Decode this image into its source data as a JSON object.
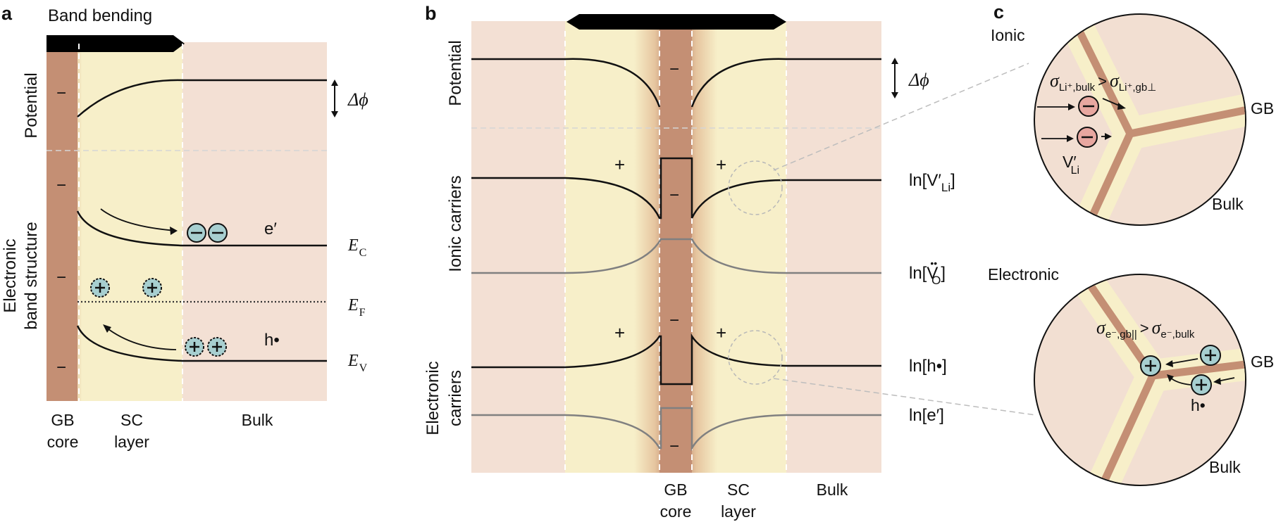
{
  "panel_a": {
    "letter": "a",
    "title": "Band bending",
    "potential_label": "Potential",
    "electronic_label_1": "Electronic",
    "electronic_label_2": "band structure",
    "delta_phi": "Δϕ",
    "electron_label": "e′",
    "hole_label": "h•",
    "ec_label": "E",
    "ec_sub": "C",
    "ef_label": "E",
    "ef_sub": "F",
    "ev_label": "E",
    "ev_sub": "V",
    "minus": "−",
    "plus": "+",
    "gb_core_1": "GB",
    "gb_core_2": "core",
    "sc_layer_1": "SC",
    "sc_layer_2": "layer",
    "bulk": "Bulk"
  },
  "panel_b": {
    "letter": "b",
    "potential_label": "Potential",
    "ionic_label": "Ionic carriers",
    "electronic_label_1": "Electronic",
    "electronic_label_2": "carriers",
    "delta_phi": "Δϕ",
    "ln_vli": "ln[V′",
    "ln_vli_sub": "Li",
    "ln_vli_end": "]",
    "ln_vo": "ln[V",
    "ln_vo_sup": "••",
    "ln_vo_sub": "O",
    "ln_vo_end": "]",
    "ln_h": "ln[h•]",
    "ln_e": "ln[e′]",
    "minus": "−",
    "plus": "+",
    "gb_core_1": "GB",
    "gb_core_2": "core",
    "sc_layer_1": "SC",
    "sc_layer_2": "layer",
    "bulk": "Bulk"
  },
  "panel_c": {
    "letter": "c",
    "ionic_title": "Ionic",
    "electronic_title": "Electronic",
    "sigma_ionic_left": "σ",
    "sigma_ionic_left_sub": "Li⁺,bulk",
    "gt": ">",
    "sigma_ionic_right": "σ",
    "sigma_ionic_right_sub": "Li⁺,gb⊥",
    "sigma_el_left": "σ",
    "sigma_el_left_sub": "e⁻,gb||",
    "sigma_el_right": "σ",
    "sigma_el_right_sub": "e⁻,bulk",
    "vli_label": "V′",
    "vli_sub": "Li",
    "hole_label": "h•",
    "gb_label": "GB",
    "bulk_label": "Bulk",
    "minus": "−",
    "plus": "+"
  },
  "colors": {
    "bulk_bg": "#f3e0d4",
    "sc_layer": "#f7efc9",
    "gb_core": "#c48f74",
    "gb_core_edge": "#d6a886",
    "black_curve": "#111111",
    "gray_curve": "#808080",
    "electron_fill": "#a7cfd0",
    "ion_vacancy_fill": "#e8a7a0",
    "circle_bg": "#f2dfd2",
    "dashed": "#ffffff"
  }
}
